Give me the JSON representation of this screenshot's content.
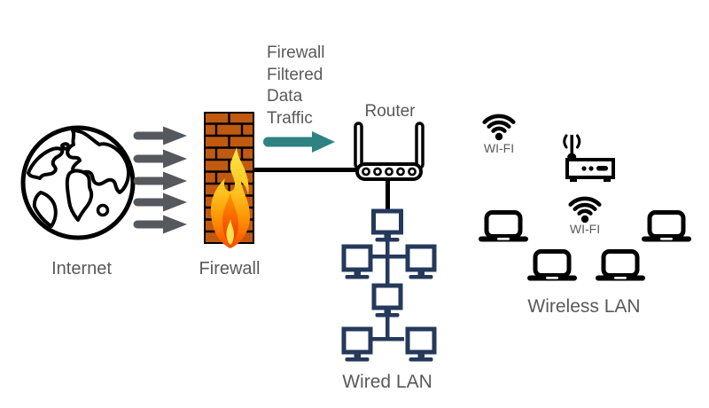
{
  "colors": {
    "label_text": "#595959",
    "unfiltered_arrow_gray": "#55585C",
    "filtered_arrow_teal": "#2E8282",
    "brick_orange": "#C05A11",
    "lan_navy": "#24395B",
    "flame_yellow": "#FFE14D",
    "flame_orange": "#FF9A00",
    "flame_red": "#FF4A00",
    "outline_black": "#000000"
  },
  "nodes": {
    "internet": {
      "label": "Internet",
      "icon": "globe-icon"
    },
    "firewall": {
      "label": "Firewall",
      "icon": "brick-wall-with-flame-icon"
    },
    "router": {
      "label": "Router",
      "icon": "wireless-router-icon"
    },
    "wired_lan": {
      "label": "Wired LAN",
      "computer_count": 6
    },
    "wireless_lan": {
      "label": "Wireless LAN",
      "laptop_count": 4,
      "icon": "access-point-icon"
    }
  },
  "annotations": {
    "filtered_traffic_lines": [
      "Firewall",
      "Filtered",
      "Data",
      "Traffic"
    ],
    "wifi_label_top": "WI-FI",
    "wifi_label_middle": "WI-FI",
    "unfiltered_arrow_count": 5
  }
}
